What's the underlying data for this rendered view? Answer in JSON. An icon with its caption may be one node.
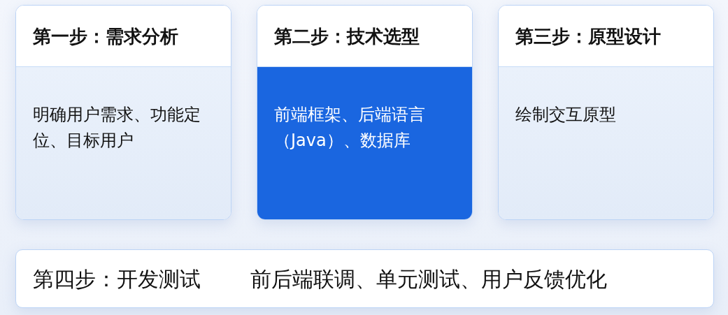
{
  "diagram": {
    "nodes": [
      {
        "text": [
          "第一步：需求分析",
          "明确用户需求、功能定位、目标用户"
        ]
      },
      {
        "text": [
          "第二步：技术选型",
          "前端框架、后端语言（Java）、数据库"
        ]
      },
      {
        "text": [
          "第三步：原型设计",
          "绘制交互原型"
        ]
      },
      {
        "text": [
          "第四步：开发测试",
          "前后端联调、单元测试、用户反馈优化"
        ]
      }
    ]
  }
}
